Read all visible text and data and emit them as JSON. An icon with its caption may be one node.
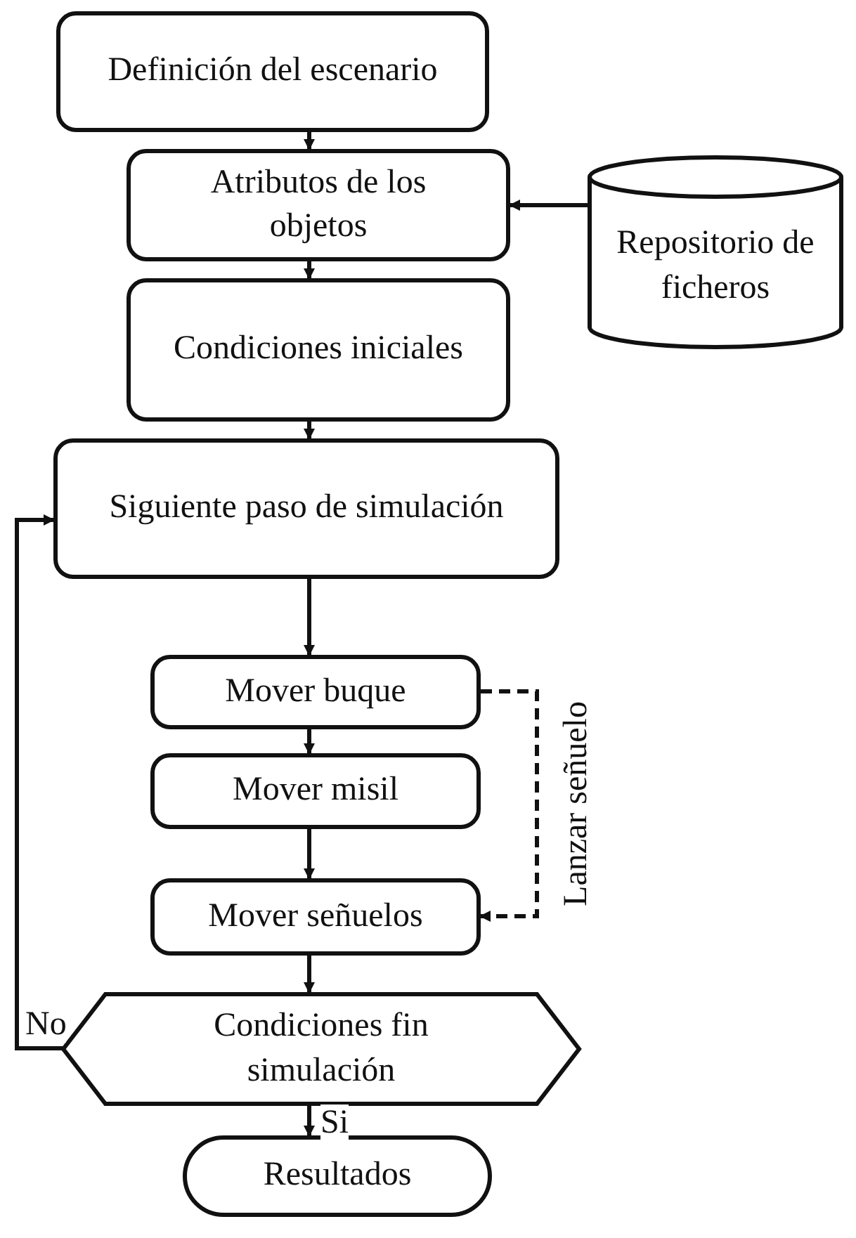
{
  "diagram": {
    "nodes": [
      {
        "text": [
          "Definición del escenario"
        ]
      },
      {
        "text": [
          "Atributos de los objetos"
        ]
      },
      {
        "text": [
          "Repositorio de ficheros"
        ]
      },
      {
        "text": [
          "Condiciones iniciales"
        ]
      },
      {
        "text": [
          "Siguiente paso de simulación"
        ]
      },
      {
        "text": [
          "Mover buque"
        ]
      },
      {
        "text": [
          "Mover misil"
        ]
      },
      {
        "text": [
          "Mover señuelos"
        ]
      },
      {
        "text": [
          "Condiciones fin simulación"
        ]
      },
      {
        "text": [
          "Resultados"
        ]
      }
    ],
    "edges": [
      {
        "from": 0,
        "to": 1,
        "arrow": "to"
      },
      {
        "from": 2,
        "to": 1,
        "arrow": "to"
      },
      {
        "from": 1,
        "to": 3,
        "arrow": "to"
      },
      {
        "from": 3,
        "to": 4,
        "arrow": "to"
      },
      {
        "from": 4,
        "to": 5,
        "arrow": "to"
      },
      {
        "from": 5,
        "to": 6,
        "arrow": "to"
      },
      {
        "from": 6,
        "to": 7,
        "arrow": "to"
      },
      {
        "from": 5,
        "to": 7,
        "arrow": "to",
        "style": "dashed",
        "label": "Lanzar señuelo"
      },
      {
        "from": 7,
        "to": 8,
        "arrow": "to"
      },
      {
        "from": 8,
        "to": 4,
        "arrow": "to",
        "label": "No"
      },
      {
        "from": 8,
        "to": 9,
        "arrow": "to",
        "label": "Si"
      }
    ]
  }
}
